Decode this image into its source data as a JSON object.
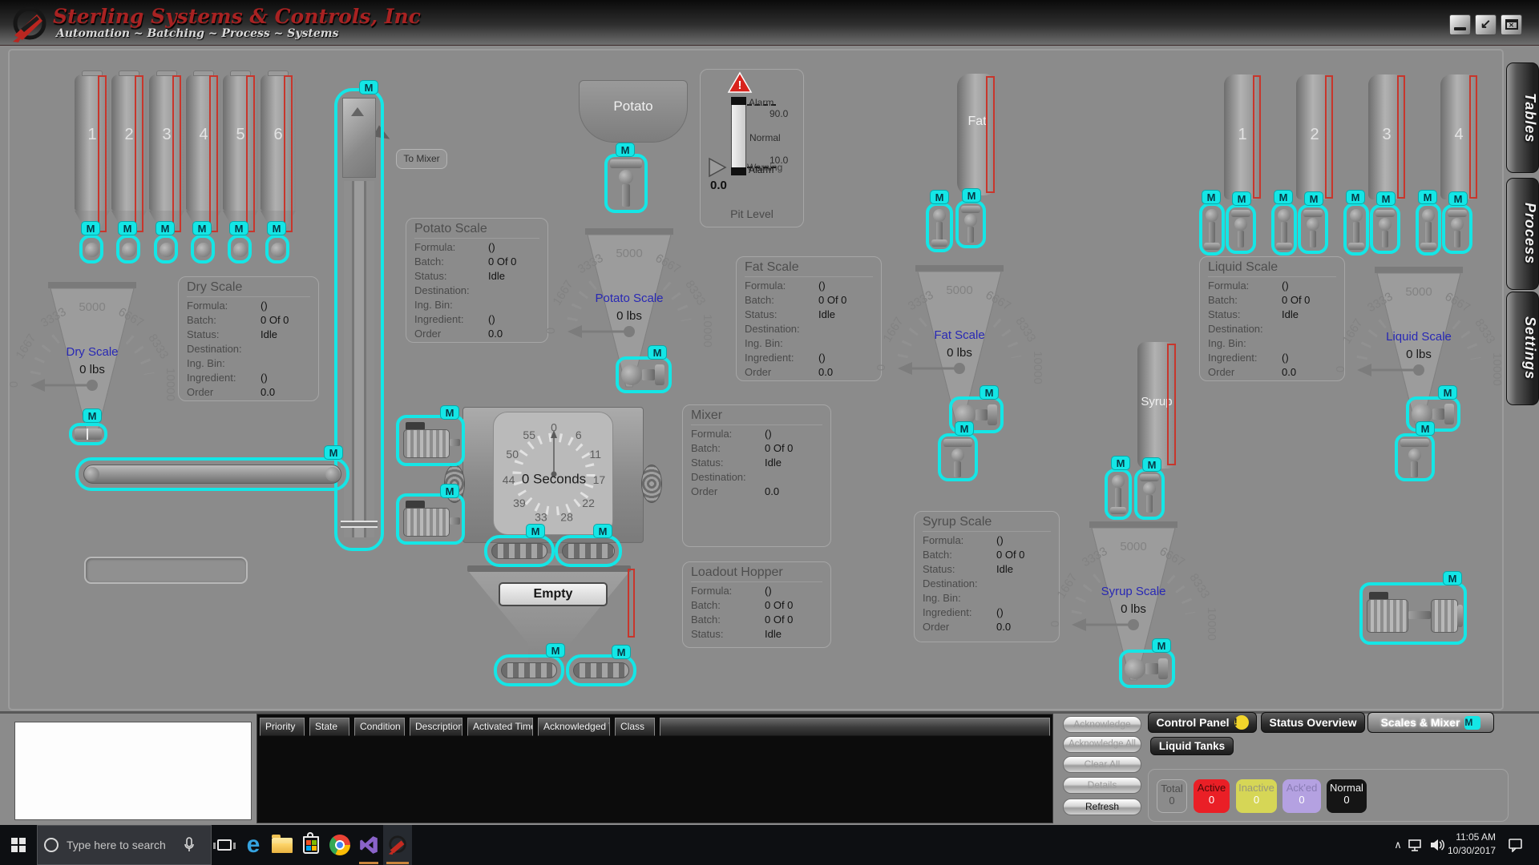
{
  "header": {
    "title": "Sterling Systems & Controls, Inc",
    "tagline": "Automation ~ Batching ~ Process ~ Systems"
  },
  "window_controls": {
    "restore": "↙",
    "close": "✕"
  },
  "side_tabs": {
    "tables": "Tables",
    "process": "Process",
    "settings": "Settings"
  },
  "m": "M",
  "labels": {
    "to_mixer": "To Mixer",
    "potato_bin": "Potato",
    "fat_tank": "Fat",
    "syrup_tank": "Syrup",
    "loadout_state": "Empty"
  },
  "silos": [
    "1",
    "2",
    "3",
    "4",
    "5",
    "6"
  ],
  "liquid_tanks": [
    "1",
    "2",
    "3",
    "4"
  ],
  "dial_ticks": [
    "0",
    "1667",
    "3333",
    "5000",
    "6667",
    "8333",
    "10000"
  ],
  "scales": {
    "dry": {
      "name": "Dry Scale",
      "weight": "0 lbs"
    },
    "potato": {
      "name": "Potato Scale",
      "weight": "0 lbs"
    },
    "fat": {
      "name": "Fat Scale",
      "weight": "0 lbs"
    },
    "syrup": {
      "name": "Syrup Scale",
      "weight": "0 lbs"
    },
    "liquid": {
      "name": "Liquid Scale",
      "weight": "0 lbs"
    }
  },
  "mixer_clock": {
    "numbers": [
      "0",
      "6",
      "11",
      "17",
      "22",
      "28",
      "33",
      "39",
      "44",
      "50",
      "55"
    ],
    "center": "0 Seconds"
  },
  "pit_level": {
    "title": "Pit Level",
    "alarm_label": "Alarm",
    "normal_label": "Normal",
    "warning_label": "Warning",
    "high_setpoint": "90.0",
    "low_setpoint": "10.0",
    "value": "0.0"
  },
  "panels": {
    "dry": {
      "title": "Dry Scale",
      "rows": [
        {
          "label": "Formula:",
          "value": "()"
        },
        {
          "label": "Batch:",
          "value": "0 Of 0"
        },
        {
          "label": "Status:",
          "value": "Idle"
        },
        {
          "label": "Destination:",
          "value": ""
        },
        {
          "label": "Ing. Bin:",
          "value": ""
        },
        {
          "label": "Ingredient:",
          "value": "()"
        },
        {
          "label": "Order",
          "value": "0.0"
        }
      ]
    },
    "potato": {
      "title": "Potato Scale",
      "rows": [
        {
          "label": "Formula:",
          "value": "()"
        },
        {
          "label": "Batch:",
          "value": "0 Of 0"
        },
        {
          "label": "Status:",
          "value": "Idle"
        },
        {
          "label": "Destination:",
          "value": ""
        },
        {
          "label": "Ing. Bin:",
          "value": ""
        },
        {
          "label": "Ingredient:",
          "value": "()"
        },
        {
          "label": "Order",
          "value": "0.0"
        }
      ]
    },
    "fat": {
      "title": "Fat Scale",
      "rows": [
        {
          "label": "Formula:",
          "value": "()"
        },
        {
          "label": "Batch:",
          "value": "0 Of 0"
        },
        {
          "label": "Status:",
          "value": "Idle"
        },
        {
          "label": "Destination:",
          "value": ""
        },
        {
          "label": "Ing. Bin:",
          "value": ""
        },
        {
          "label": "Ingredient:",
          "value": "()"
        },
        {
          "label": "Order",
          "value": "0.0"
        }
      ]
    },
    "liquid": {
      "title": "Liquid Scale",
      "rows": [
        {
          "label": "Formula:",
          "value": "()"
        },
        {
          "label": "Batch:",
          "value": "0 Of 0"
        },
        {
          "label": "Status:",
          "value": "Idle"
        },
        {
          "label": "Destination:",
          "value": ""
        },
        {
          "label": "Ing. Bin:",
          "value": ""
        },
        {
          "label": "Ingredient:",
          "value": "()"
        },
        {
          "label": "Order",
          "value": "0.0"
        }
      ]
    },
    "syrup": {
      "title": "Syrup Scale",
      "rows": [
        {
          "label": "Formula:",
          "value": "()"
        },
        {
          "label": "Batch:",
          "value": "0 Of 0"
        },
        {
          "label": "Status:",
          "value": "Idle"
        },
        {
          "label": "Destination:",
          "value": ""
        },
        {
          "label": "Ing. Bin:",
          "value": ""
        },
        {
          "label": "Ingredient:",
          "value": "()"
        },
        {
          "label": "Order",
          "value": "0.0"
        }
      ]
    },
    "mixer": {
      "title": "Mixer",
      "rows": [
        {
          "label": "Formula:",
          "value": "()"
        },
        {
          "label": "Batch:",
          "value": "0 Of 0"
        },
        {
          "label": "Status:",
          "value": "Idle"
        },
        {
          "label": "Destination:",
          "value": ""
        },
        {
          "label": "Order",
          "value": "0.0"
        }
      ]
    },
    "loadout": {
      "title": "Loadout Hopper",
      "rows": [
        {
          "label": "Formula:",
          "value": "()"
        },
        {
          "label": "Batch:",
          "value": "0 Of 0"
        },
        {
          "label": "Batch:",
          "value": "0 Of 0"
        },
        {
          "label": "Status:",
          "value": "Idle"
        }
      ]
    }
  },
  "alarm_table": {
    "columns": [
      "Priority",
      "State",
      "Condition",
      "Description",
      "Activated Time",
      "Acknowledged Time",
      "Class"
    ]
  },
  "alarm_buttons": {
    "acknowledge": "Acknowledge",
    "acknowledge_all": "Acknowledge All",
    "clear_all": "Clear All",
    "details": "Details",
    "refresh": "Refresh"
  },
  "nav": {
    "control_panel": "Control Panel",
    "control_panel_badge": "!",
    "status_overview": "Status Overview",
    "scales_mixer": "Scales & Mixer",
    "scales_mixer_badge": "M",
    "liquid_tanks": "Liquid Tanks"
  },
  "status_counts": {
    "total": {
      "label": "Total",
      "value": "0"
    },
    "active": {
      "label": "Active",
      "value": "0"
    },
    "inactive": {
      "label": "Inactive",
      "value": "0"
    },
    "acked": {
      "label": "Ack'ed",
      "value": "0"
    },
    "normal": {
      "label": "Normal",
      "value": "0"
    }
  },
  "status_colors": {
    "active": "#ea1f26",
    "inactive": "#d6d656",
    "acked": "#b4a1e1",
    "normal": "#151515"
  },
  "taskbar": {
    "search_placeholder": "Type here to search",
    "edge_glyph": "e",
    "tray": {
      "time": "11:05 AM",
      "date": "10/30/2017"
    },
    "tray_chevron": "∧"
  }
}
